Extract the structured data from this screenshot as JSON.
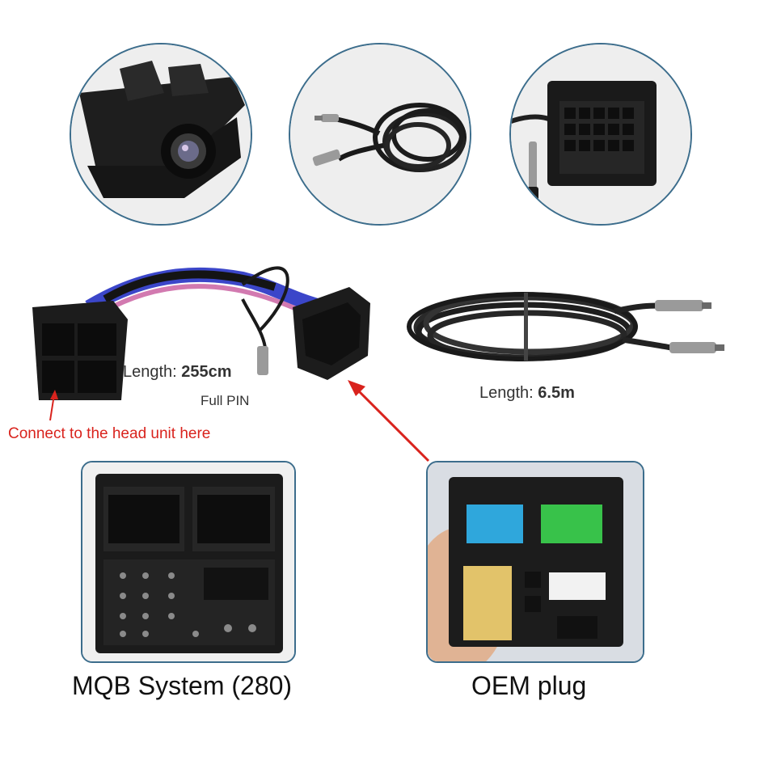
{
  "labels": {
    "harness_length_prefix": "Length: ",
    "harness_length_value": "255cm",
    "full_pin": "Full PIN",
    "cable_length_prefix": "Length: ",
    "cable_length_value": "6.5m",
    "connect_note": "Connect to the head unit here",
    "mqb_caption": "MQB System (280)",
    "oem_caption": "OEM plug"
  },
  "colors": {
    "frame_border": "#3c6d8c",
    "note_red": "#d9231d",
    "pin_blue": "#2fa7dc",
    "pin_green": "#38c24a",
    "pin_yellow": "#e2c36a",
    "pin_white": "#f2f2f2"
  },
  "icons": [
    "camera-photo",
    "extension-cable-photo",
    "oem-connector-photo",
    "harness-photo",
    "coiled-cable-photo",
    "mqb-connector-photo",
    "oem-plug-photo"
  ]
}
